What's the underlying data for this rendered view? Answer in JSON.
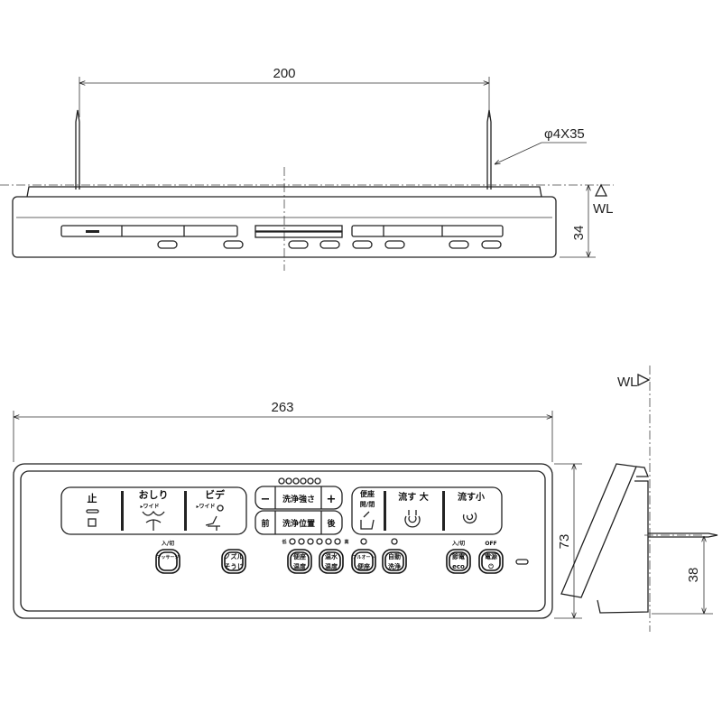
{
  "top_view": {
    "dim_width": "200",
    "screw_label": "φ4X35",
    "dim_height": "34",
    "wl_label": "WL"
  },
  "front_view": {
    "dim_width": "263",
    "dim_height": "73",
    "left_group": {
      "stop": "止",
      "oshiri": "おしり",
      "oshiri_wide": "▸ワイド",
      "bidet": "ビデ",
      "bidet_wide": "▸ワイド"
    },
    "center_group": {
      "minus": "−",
      "strength": "洗浄強さ",
      "plus": "+",
      "front": "前",
      "position": "洗浄位置",
      "back": "後",
      "low": "低",
      "high": "高"
    },
    "right_group": {
      "seat_line1": "便座",
      "seat_line2": "開/閉",
      "flush_large": "流す 大",
      "flush_small": "流す小"
    },
    "buttons": [
      {
        "top": "入/切",
        "line1": "マッサージ",
        "line2": ""
      },
      {
        "top": "",
        "line1": "ノズル",
        "line2": "そうじ"
      },
      {
        "top": "",
        "line1": "便座",
        "line2": "温度"
      },
      {
        "top": "",
        "line1": "温水",
        "line2": "温度"
      },
      {
        "top": "",
        "line1": "フルオート",
        "line2": "便座"
      },
      {
        "top": "",
        "line1": "自動",
        "line2": "洗浄"
      },
      {
        "top": "入/切",
        "line1": "節電",
        "line2": "eco"
      },
      {
        "top": "OFF",
        "line1": "電源",
        "line2": "⏻"
      }
    ]
  },
  "side_view": {
    "wl_label": "WL",
    "dim_height": "38"
  }
}
